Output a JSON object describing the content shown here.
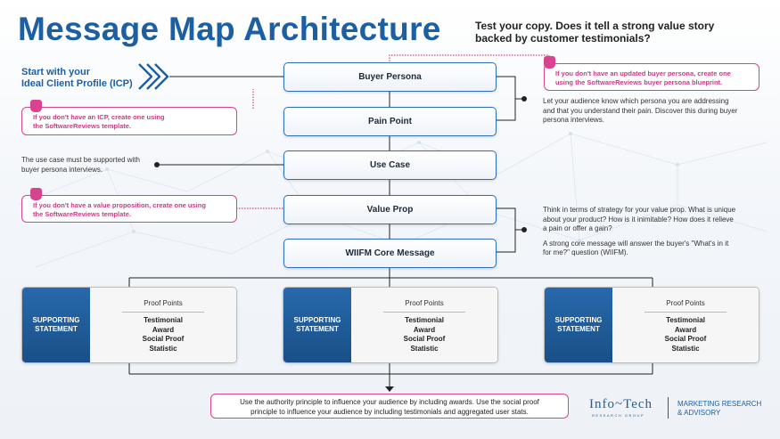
{
  "header": {
    "title": "Message Map Architecture",
    "subtitle": "Test your copy. Does it tell a strong value story backed by customer testimonials?"
  },
  "icp": {
    "line1": "Start with your",
    "line2": "Ideal Client Profile (ICP)"
  },
  "flow": [
    {
      "label": "Buyer Persona"
    },
    {
      "label": "Pain Point"
    },
    {
      "label": "Use Case"
    },
    {
      "label": "Value Prop"
    },
    {
      "label": "WIIFM Core Message"
    }
  ],
  "notes": {
    "icp_pink": {
      "line1": "If you don't have an ICP, create one using",
      "line2": "the SoftwareReviews template."
    },
    "persona_pink": {
      "line1": "If you don't have an updated buyer persona, create one",
      "line2": "using the SoftwareReviews buyer persona blueprint."
    },
    "valueprop_pink": {
      "line1": "If you don't have a value proposition, create one using",
      "line2": "the SoftwareReviews template."
    },
    "persona_right": {
      "line1": "Let your audience know which persona you are addressing",
      "line2": "and that you understand their pain. Discover this during buyer",
      "line3": "persona interviews."
    },
    "usecase_left": {
      "line1": "The use case must be supported with",
      "line2": "buyer persona interviews."
    },
    "valueprop_right": {
      "line1": "Think in terms of strategy for your value prop. What is unique",
      "line2": "about your product? How is it inimitable? How does it relieve",
      "line3": "a pain or offer a gain?",
      "line4": "A strong core message will answer the buyer's \"What's in it",
      "line5": "for me?\" question (WIIFM)."
    }
  },
  "supporting": {
    "left_label_1": "SUPPORTING",
    "left_label_2": "STATEMENT",
    "proof_title": "Proof Points",
    "items": [
      "Testimonial",
      "Award",
      "Social Proof",
      "Statistic"
    ]
  },
  "bottom": {
    "line1": "Use the authority principle to influence your audience by including awards. Use the social proof",
    "line2": "principle to influence your audience by including testimonials and aggregated user stats."
  },
  "logo": {
    "name": "Info~Tech",
    "tagline": "RESEARCH GROUP",
    "division_1": "MARKETING RESEARCH",
    "division_2": "& ADVISORY"
  },
  "colors": {
    "brand_blue": "#1d5fa3",
    "accent_pink": "#d8428e"
  }
}
